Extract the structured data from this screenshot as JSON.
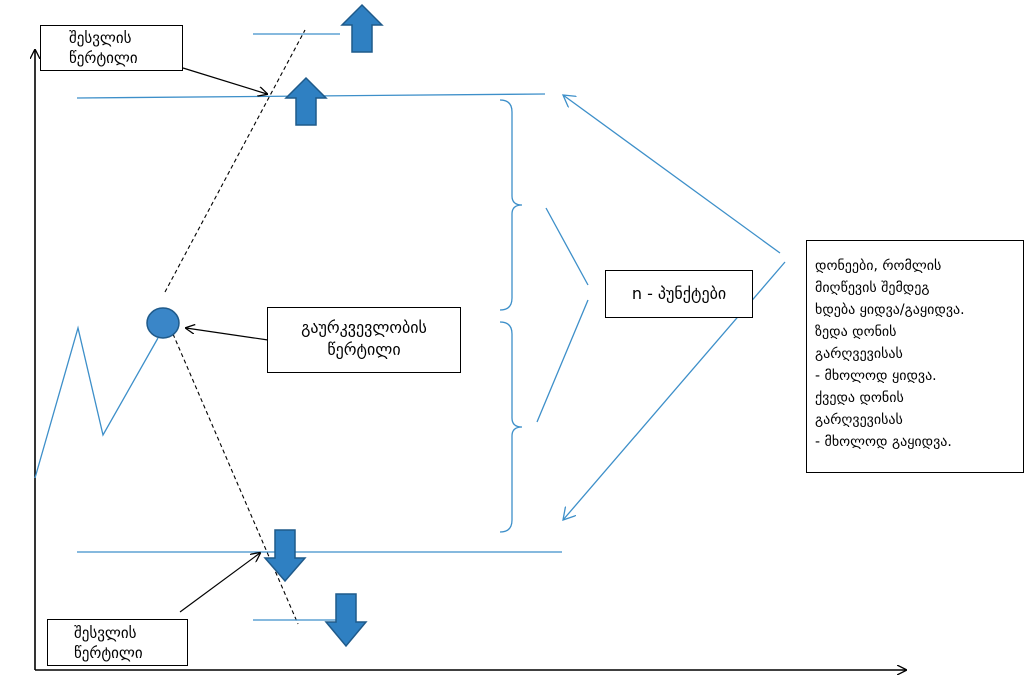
{
  "colors": {
    "blue_line": "#3d8fc9",
    "arrow_fill": "#2f80c2",
    "arrow_stroke": "#1f5a8a",
    "circle_fill": "#3a86c8",
    "axis": "#000000",
    "dashed": "#000000"
  },
  "labels": {
    "entry_point_top": [
      "შესვლის",
      "წერტილი"
    ],
    "entry_point_bottom": [
      "შესვლის",
      "წერტილი"
    ],
    "uncertainty_point": [
      "გაურკვევლობის",
      "წერტილი"
    ],
    "n_points": "n - პუნქტები",
    "levels_description": [
      "დონეები, რომლის",
      "მიღწევის შემდეგ",
      "ხდება ყიდვა/გაყიდვა.",
      "ზედა დონის",
      "გარღვევისას",
      "- მხოლოდ ყიდვა.",
      "ქვედა დონის",
      "გარღვევისას",
      "- მხოლოდ გაყიდვა."
    ]
  },
  "icons": {
    "breakout_up": "arrow-up-icon",
    "breakout_down": "arrow-down-icon"
  }
}
